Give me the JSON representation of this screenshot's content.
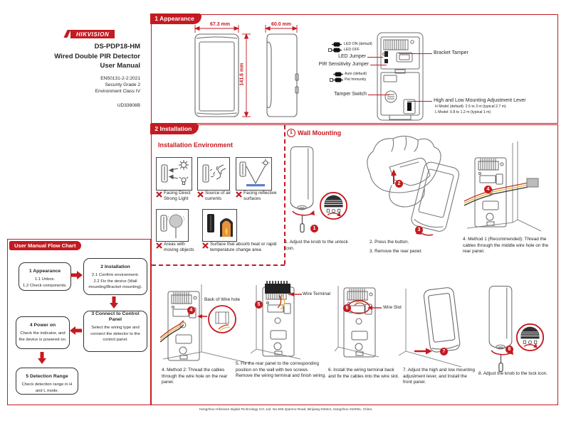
{
  "colors": {
    "accent_red": "#c41a21",
    "text": "#262626",
    "reflective_blue": "#5b7fce",
    "flame_orange": "#e8923a"
  },
  "header": {
    "brand": "HIKVISION",
    "model": "DS-PDP18-HM",
    "product": "Wired Double PIR Detector",
    "manual": "User Manual",
    "standard": "EN50131-2-2:2021",
    "grade": "Security Grade 2",
    "env_class": "Environment Class IV",
    "doc_code": "UD33808B"
  },
  "appearance": {
    "tab": "1 Appearance",
    "dims": {
      "width": "67.3 mm",
      "depth": "60.0 mm",
      "height": "141.6 mm"
    },
    "led_legend": [
      {
        "label": "LED ON (default)"
      },
      {
        "label": "LED OFF"
      }
    ],
    "led_jumper": "LED Jumper",
    "pir_jumper": "PIR Sensitivity Jumper",
    "pir_legend": [
      {
        "label": "Auto (default)"
      },
      {
        "label": "Pet Immunity"
      }
    ],
    "tamper_switch": "Tamper Switch",
    "bracket_tamper": "Bracket Tamper",
    "lever": "High and Low Mounting Adjustment Lever",
    "lever_h": "H Model (default): 2.5 to 3 m (typical 2.7 m)",
    "lever_l": "L Model: 0.8 to 1.2 m (typical 1 m)"
  },
  "installation": {
    "tab": "2 Installation",
    "env_title": "Installation Environment",
    "env_items": [
      {
        "caption": "Facing Direct Strong Light"
      },
      {
        "caption": "Source of air currents"
      },
      {
        "caption": "Facing reflective surfaces"
      },
      {
        "caption": "Areas with moving objects"
      },
      {
        "caption": "Surface that absorb heat or rapid temperature change area"
      }
    ],
    "wall": {
      "number": "1",
      "title": "Wall Mounting",
      "callout_back": "Back of Wire hole",
      "callout_terminal": "Wire Terminal",
      "callout_slot": "Wire Slot",
      "steps": [
        {
          "badge": "1",
          "text": "1. Adjust the knob to the unlock icon."
        },
        {
          "badge": "2",
          "text": "2. Press the button."
        },
        {
          "badge": "3",
          "text": "3. Remove the rear panel."
        },
        {
          "badge": "4",
          "text": "4. Method 1 (Recommended): Thread the cables through the middle wire hole on the rear panel."
        },
        {
          "badge": "4",
          "text": "4. Method 2: Thread the cables through the wire hole on the rear panel."
        },
        {
          "badge": "5",
          "text": "5. Fix the rear panel to the corresponding position on the wall with two screws. Remove the wiring terminal and finish wiring."
        },
        {
          "badge": "6",
          "text": "6. Install the wiring terminal back and fix the cables into the wire slot."
        },
        {
          "badge": "7",
          "text": "7. Adjust the high and low mounting adjustment lever, and Install the front panel."
        },
        {
          "badge": "8",
          "text": "8. Adjust the knob to the lock icon."
        }
      ]
    }
  },
  "flowchart": {
    "tab": "User Manual Flow Chart",
    "boxes": [
      {
        "title": "1 Appearance",
        "lines": [
          "1.1 Unbox.",
          "1.2 Check components."
        ]
      },
      {
        "title": "2 Installation",
        "lines": [
          "2.1 Confirm environment.",
          "2.2 Fix the device (Wall mounting/Bracket mounting)."
        ]
      },
      {
        "title": "3 Connect to Control Panel",
        "lines": [
          "Select the wiring type and connect the detector to the control panel."
        ]
      },
      {
        "title": "4 Power on",
        "lines": [
          "Check the indicator, and the device is powered on."
        ]
      },
      {
        "title": "5 Detection Range",
        "lines": [
          "Check detection range in H and L mode."
        ]
      }
    ]
  },
  "footer": {
    "address": "Hangzhou Hikvision Digital Technology CO.,Ltd. No.555 Qianmo Road, Binjiang District, Hangzhou 310051, China"
  }
}
